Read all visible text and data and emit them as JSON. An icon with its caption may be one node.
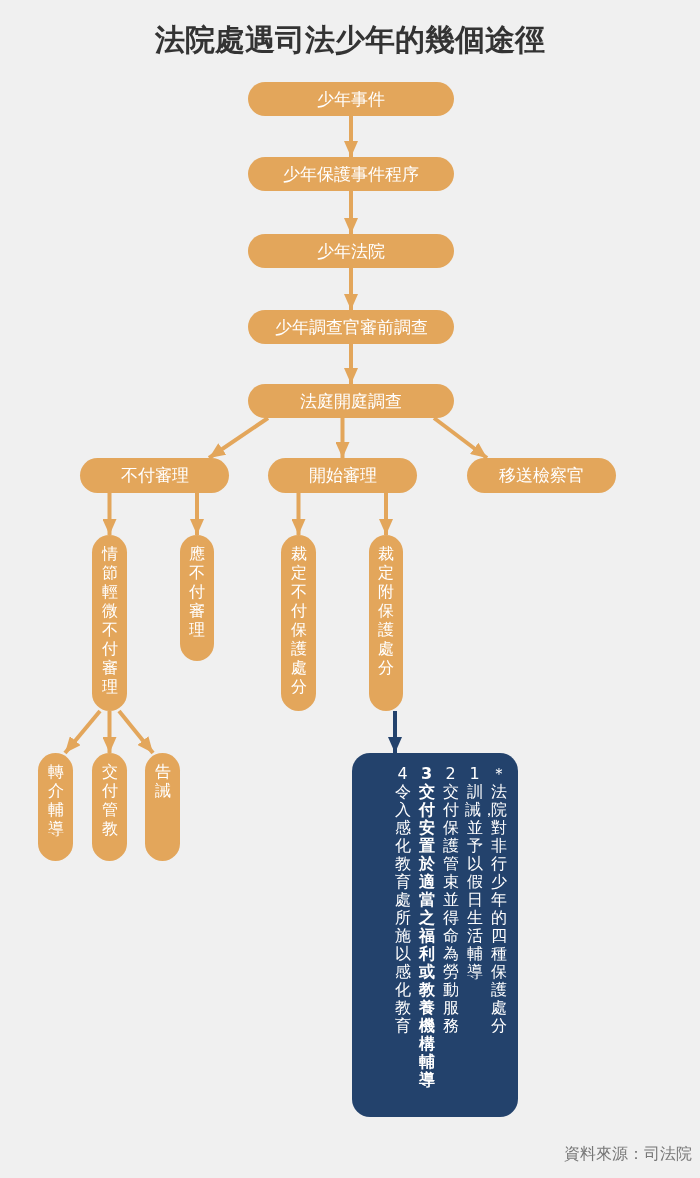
{
  "diagram": {
    "title": "法院處遇司法少年的幾個途徑",
    "nodes": [
      {
        "text": [
          "少年事件"
        ]
      },
      {
        "text": [
          "少年保護事件程序"
        ]
      },
      {
        "text": [
          "少年法院"
        ]
      },
      {
        "text": [
          "少年調查官審前調查"
        ]
      },
      {
        "text": [
          "法庭開庭調查"
        ]
      },
      {
        "text": [
          "不付審理"
        ]
      },
      {
        "text": [
          "開始審理"
        ]
      },
      {
        "text": [
          "移送檢察官"
        ]
      },
      {
        "text": [
          "情節輕微不付審理"
        ]
      },
      {
        "text": [
          "應不付審理"
        ]
      },
      {
        "text": [
          "裁定不付保護處分"
        ]
      },
      {
        "text": [
          "裁定附保護處分"
        ]
      },
      {
        "text": [
          "轉介輔導"
        ]
      },
      {
        "text": [
          "交付管教"
        ]
      },
      {
        "text": [
          "告誡"
        ]
      },
      {
        "text": [
          "＊法院對非行少年的四種保護處分",
          "1 訓誡，並予以假日生活輔導",
          "2 交付保護管束並得命為勞動服務",
          "3 交付安置於適當之福利或教養機構輔導",
          "4 令入感化教育處所施以感化教育"
        ]
      }
    ],
    "edges": [
      {
        "from": 0,
        "to": 1,
        "arrow": "to"
      },
      {
        "from": 1,
        "to": 2,
        "arrow": "to"
      },
      {
        "from": 2,
        "to": 3,
        "arrow": "to"
      },
      {
        "from": 3,
        "to": 4,
        "arrow": "to"
      },
      {
        "from": 4,
        "to": 5,
        "arrow": "to"
      },
      {
        "from": 4,
        "to": 6,
        "arrow": "to"
      },
      {
        "from": 4,
        "to": 7,
        "arrow": "to"
      },
      {
        "from": 5,
        "to": 8,
        "arrow": "to"
      },
      {
        "from": 5,
        "to": 9,
        "arrow": "to"
      },
      {
        "from": 6,
        "to": 10,
        "arrow": "to"
      },
      {
        "from": 6,
        "to": 11,
        "arrow": "to"
      },
      {
        "from": 8,
        "to": 12,
        "arrow": "to"
      },
      {
        "from": 8,
        "to": 13,
        "arrow": "to"
      },
      {
        "from": 8,
        "to": 14,
        "arrow": "to"
      },
      {
        "from": 11,
        "to": 15,
        "arrow": "to",
        "color": "#23426c"
      }
    ],
    "labels": [
      "資料來源：司法院"
    ]
  }
}
